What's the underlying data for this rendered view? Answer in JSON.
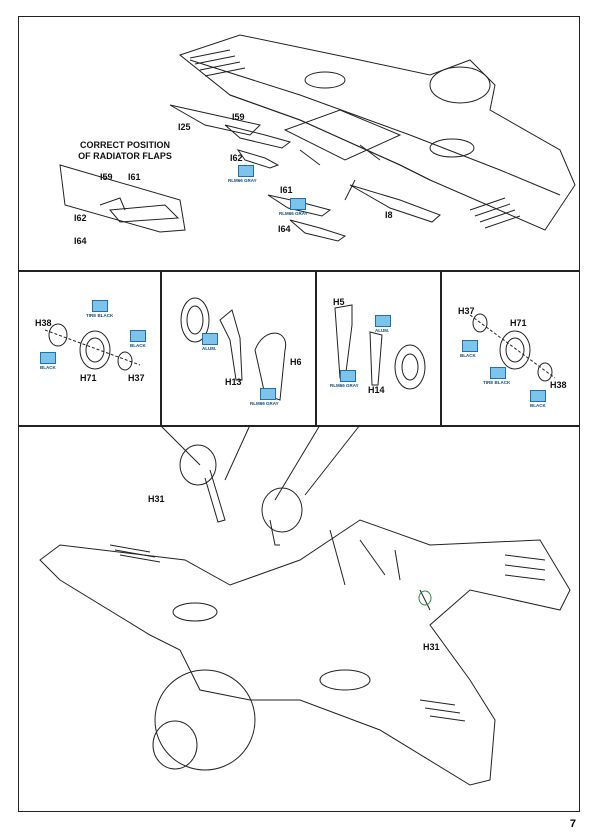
{
  "callout": {
    "line1": "CORRECT POSITION",
    "line2": "OF RADIATOR FLAPS"
  },
  "page_number": "7",
  "parts": {
    "i25": "I25",
    "i59": "I59",
    "i62": "I62",
    "i61": "I61",
    "i64": "I64",
    "i8": "I8",
    "callout_i59": "I59",
    "callout_i61": "I61",
    "callout_i62": "I62",
    "callout_i64": "I64",
    "h38a": "H38",
    "h71a": "H71",
    "h37a": "H37",
    "h13": "H13",
    "h6": "H6",
    "h5": "H5",
    "h14": "H14",
    "h37b": "H37",
    "h71b": "H71",
    "h38b": "H38",
    "h31a": "H31",
    "h31b": "H31"
  },
  "paint": {
    "rlm_gray": "RLM66 GRAY",
    "tire_black": "TIRE BLACK",
    "black": "BLACK",
    "alum": "ALUM."
  },
  "colors": {
    "line": "#222222",
    "chip_fill": "#7cc4ea",
    "chip_border": "#1e6fb5"
  }
}
